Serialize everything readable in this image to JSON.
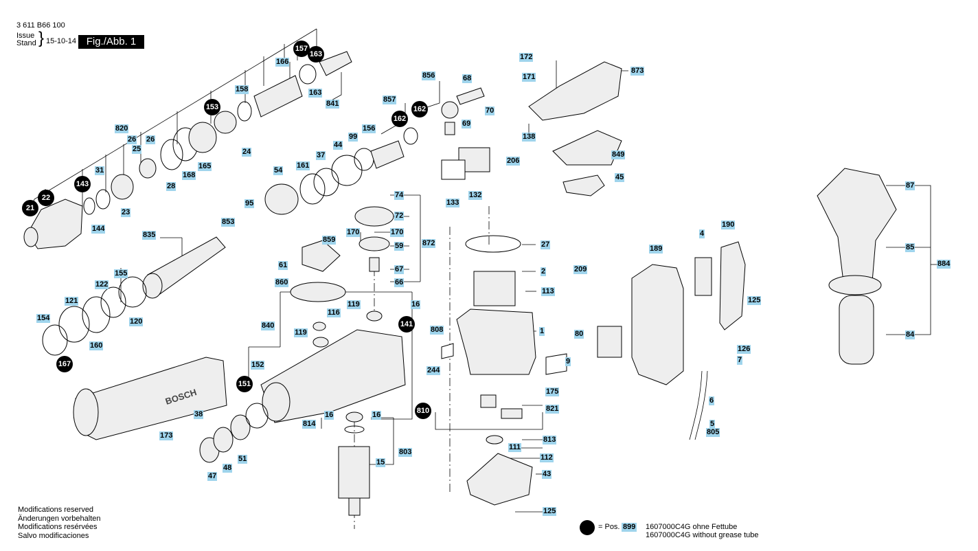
{
  "header": {
    "doc_number": "3 611 B66 100",
    "issue_label_1": "Issue",
    "issue_label_2": "Stand",
    "brace": "}",
    "date": "15-10-14",
    "figure": "Fig./Abb. 1"
  },
  "parts": [
    {
      "label": "166"
    },
    {
      "label": "158"
    },
    {
      "label": "163"
    },
    {
      "label": "841"
    },
    {
      "label": "820"
    },
    {
      "label": "26"
    },
    {
      "label": "26"
    },
    {
      "label": "25"
    },
    {
      "label": "24"
    },
    {
      "label": "165"
    },
    {
      "label": "168"
    },
    {
      "label": "28"
    },
    {
      "label": "31"
    },
    {
      "label": "23"
    },
    {
      "label": "144"
    },
    {
      "label": "856"
    },
    {
      "label": "68"
    },
    {
      "label": "70"
    },
    {
      "label": "69"
    },
    {
      "label": "857"
    },
    {
      "label": "156"
    },
    {
      "label": "99"
    },
    {
      "label": "44"
    },
    {
      "label": "37"
    },
    {
      "label": "161"
    },
    {
      "label": "54"
    },
    {
      "label": "95"
    },
    {
      "label": "853"
    },
    {
      "label": "206"
    },
    {
      "label": "133"
    },
    {
      "label": "132"
    },
    {
      "label": "74"
    },
    {
      "label": "72"
    },
    {
      "label": "170"
    },
    {
      "label": "170"
    },
    {
      "label": "859"
    },
    {
      "label": "59"
    },
    {
      "label": "872"
    },
    {
      "label": "61"
    },
    {
      "label": "67"
    },
    {
      "label": "860"
    },
    {
      "label": "66"
    },
    {
      "label": "835"
    },
    {
      "label": "155"
    },
    {
      "label": "122"
    },
    {
      "label": "121"
    },
    {
      "label": "154"
    },
    {
      "label": "120"
    },
    {
      "label": "160"
    },
    {
      "label": "119"
    },
    {
      "label": "116"
    },
    {
      "label": "119"
    },
    {
      "label": "16"
    },
    {
      "label": "840"
    },
    {
      "label": "152"
    },
    {
      "label": "38"
    },
    {
      "label": "173"
    },
    {
      "label": "47"
    },
    {
      "label": "48"
    },
    {
      "label": "51"
    },
    {
      "label": "16"
    },
    {
      "label": "16"
    },
    {
      "label": "814"
    },
    {
      "label": "15"
    },
    {
      "label": "803"
    },
    {
      "label": "172"
    },
    {
      "label": "873"
    },
    {
      "label": "171"
    },
    {
      "label": "138"
    },
    {
      "label": "849"
    },
    {
      "label": "45"
    },
    {
      "label": "27"
    },
    {
      "label": "2"
    },
    {
      "label": "113"
    },
    {
      "label": "1"
    },
    {
      "label": "808"
    },
    {
      "label": "9"
    },
    {
      "label": "244"
    },
    {
      "label": "175"
    },
    {
      "label": "821"
    },
    {
      "label": "813"
    },
    {
      "label": "111"
    },
    {
      "label": "112"
    },
    {
      "label": "43"
    },
    {
      "label": "125"
    },
    {
      "label": "4"
    },
    {
      "label": "190"
    },
    {
      "label": "189"
    },
    {
      "label": "209"
    },
    {
      "label": "125"
    },
    {
      "label": "80"
    },
    {
      "label": "126"
    },
    {
      "label": "7"
    },
    {
      "label": "6"
    },
    {
      "label": "5"
    },
    {
      "label": "805"
    },
    {
      "label": "87"
    },
    {
      "label": "85"
    },
    {
      "label": "884"
    },
    {
      "label": "84"
    }
  ],
  "circled_parts": [
    {
      "label": "157"
    },
    {
      "label": "163"
    },
    {
      "label": "153"
    },
    {
      "label": "143"
    },
    {
      "label": "21"
    },
    {
      "label": "22"
    },
    {
      "label": "162"
    },
    {
      "label": "162"
    },
    {
      "label": "141"
    },
    {
      "label": "151"
    },
    {
      "label": "167"
    },
    {
      "label": "810"
    }
  ],
  "brand_text": "BOSCH",
  "notes": [
    "Modifications reserved",
    "Änderungen vorbehalten",
    "Modifications resérvées",
    "Salvo modificaciones"
  ],
  "legend": {
    "equals": "= Pos.",
    "pos": "899",
    "line1": "1607000C4G ohne Fettube",
    "line2": "1607000C4G without grease tube"
  },
  "colors": {
    "label_bg": "#9fd4ec",
    "line": "#000000"
  }
}
